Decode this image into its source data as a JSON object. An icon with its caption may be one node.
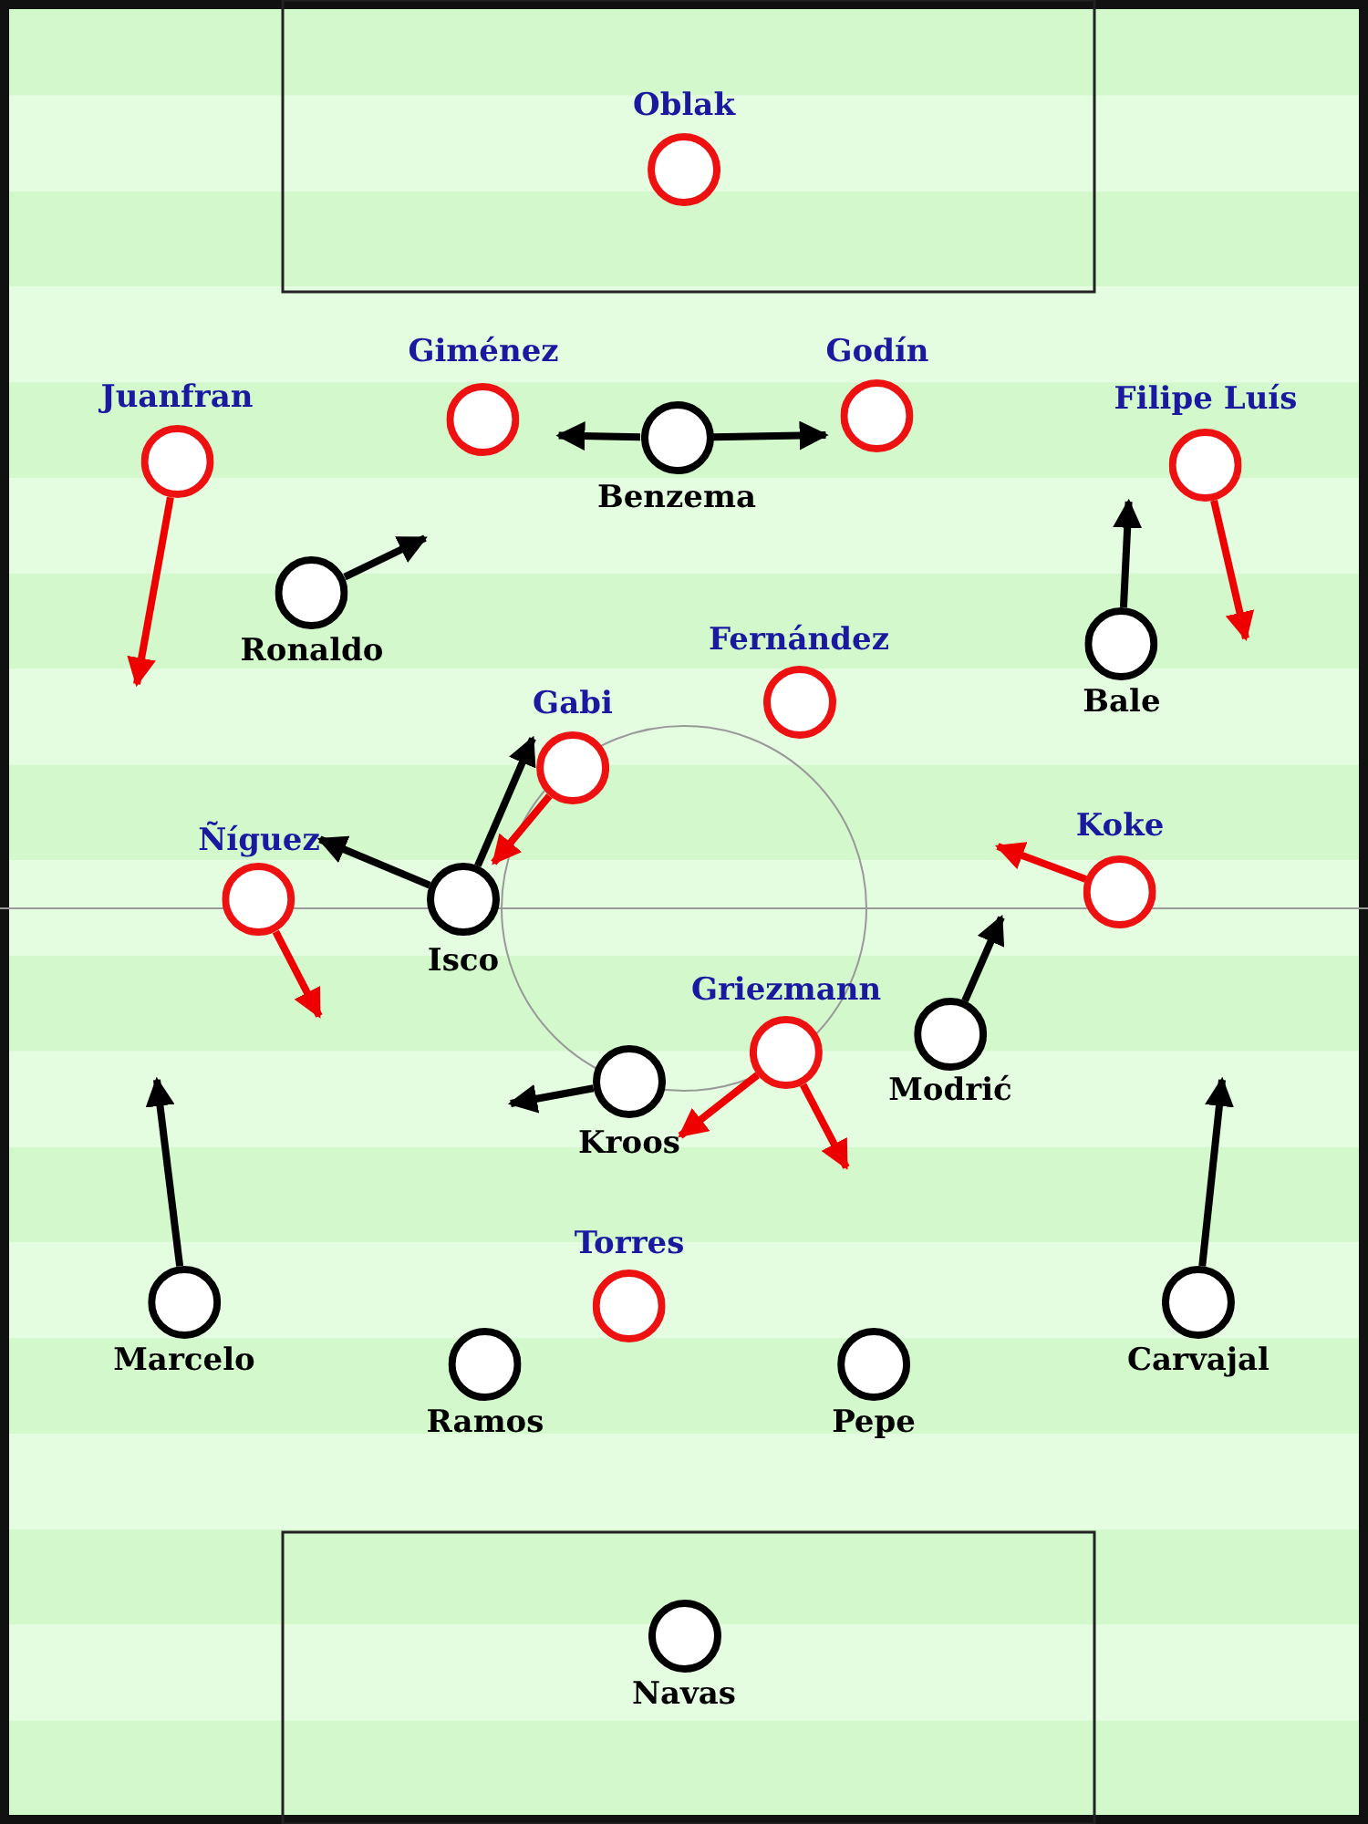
{
  "diagram": {
    "nodes": [
      {
        "text": [
          "Oblak"
        ]
      },
      {
        "text": [
          "Giménez"
        ]
      },
      {
        "text": [
          "Godín"
        ]
      },
      {
        "text": [
          "Juanfran"
        ]
      },
      {
        "text": [
          "Benzema"
        ]
      },
      {
        "text": [
          "Filipe Luís"
        ]
      },
      {
        "text": [
          "Ronaldo"
        ]
      },
      {
        "text": [
          "Fernández"
        ]
      },
      {
        "text": [
          "Bale"
        ]
      },
      {
        "text": [
          "Gabi"
        ]
      },
      {
        "text": [
          "Ñíguez"
        ]
      },
      {
        "text": [
          "Isco"
        ]
      },
      {
        "text": [
          "Koke"
        ]
      },
      {
        "text": [
          "Griezmann"
        ]
      },
      {
        "text": [
          "Modrić"
        ]
      },
      {
        "text": [
          "Kroos"
        ]
      },
      {
        "text": [
          "Torres"
        ]
      },
      {
        "text": [
          "Marcelo"
        ]
      },
      {
        "text": [
          "Carvajal"
        ]
      },
      {
        "text": [
          "Ramos"
        ]
      },
      {
        "text": [
          "Pepe"
        ]
      },
      {
        "text": [
          "Navas"
        ]
      }
    ],
    "edges": [
      {
        "from": 3,
        "to": null,
        "arrow": "to",
        "color": "#ee0000"
      },
      {
        "from": 4,
        "to": 1,
        "arrow": "to"
      },
      {
        "from": 4,
        "to": 2,
        "arrow": "to"
      },
      {
        "from": 5,
        "to": null,
        "arrow": "to",
        "color": "#ee0000"
      },
      {
        "from": 6,
        "to": null,
        "arrow": "to"
      },
      {
        "from": 8,
        "to": 5,
        "arrow": "to"
      },
      {
        "from": 9,
        "to": 11,
        "arrow": "to",
        "color": "#ee0000"
      },
      {
        "from": 11,
        "to": 10,
        "arrow": "to"
      },
      {
        "from": 11,
        "to": 9,
        "arrow": "to"
      },
      {
        "from": 12,
        "to": null,
        "arrow": "to",
        "color": "#ee0000"
      },
      {
        "from": 10,
        "to": null,
        "arrow": "to",
        "color": "#ee0000"
      },
      {
        "from": 14,
        "to": null,
        "arrow": "to"
      },
      {
        "from": 15,
        "to": null,
        "arrow": "to"
      },
      {
        "from": 13,
        "to": 15,
        "arrow": "to",
        "color": "#ee0000"
      },
      {
        "from": 13,
        "to": null,
        "arrow": "to",
        "color": "#ee0000"
      },
      {
        "from": 17,
        "to": null,
        "arrow": "to"
      },
      {
        "from": 18,
        "to": null,
        "arrow": "to"
      }
    ]
  }
}
